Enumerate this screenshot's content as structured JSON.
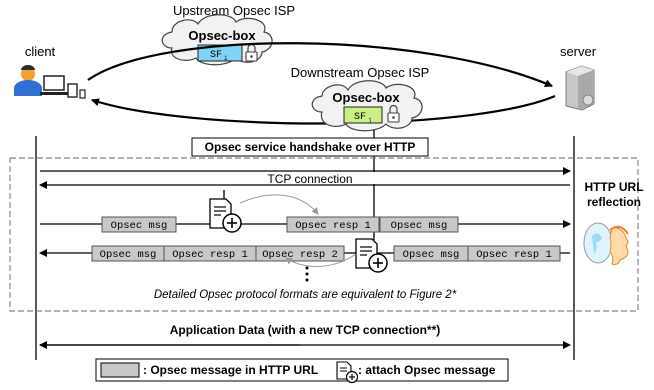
{
  "top": {
    "upstream_label": "Upstream Opsec ISP",
    "downstream_label": "Downstream Opsec ISP",
    "box_title": "Opsec-box",
    "sf": "SF",
    "sf_up_sub": "i",
    "sf_down_sub": "j",
    "client_label": "client",
    "server_label": "server"
  },
  "flow": {
    "handshake_title": "Opsec service handshake over HTTP",
    "tcp_label": "TCP connection",
    "reflection_label_line1": "HTTP URL",
    "reflection_label_line2": "reflection",
    "row1": [
      "Opsec msg",
      "Opsec resp 1",
      "Opsec msg"
    ],
    "row2": [
      "Opsec msg",
      "Opsec resp 1",
      "Opsec resp 2",
      "Opsec msg",
      "Opsec resp 1"
    ],
    "detail_note": "Detailed Opsec protocol formats are equivalent to Figure 2*",
    "app_data_label": "Application Data (with a new TCP connection**)"
  },
  "legend": {
    "msg_label": ": Opsec message in HTTP URL",
    "attach_label": ": attach Opsec message"
  },
  "colors": {
    "msg_box": "#c8c8c8",
    "sf_up_bg": "#7fd4f5",
    "sf_down_bg": "#c9ef86",
    "cloud_fill": "#f2f2f2",
    "person_orange": "#f5a02a",
    "person_blue": "#2f6fd6"
  }
}
